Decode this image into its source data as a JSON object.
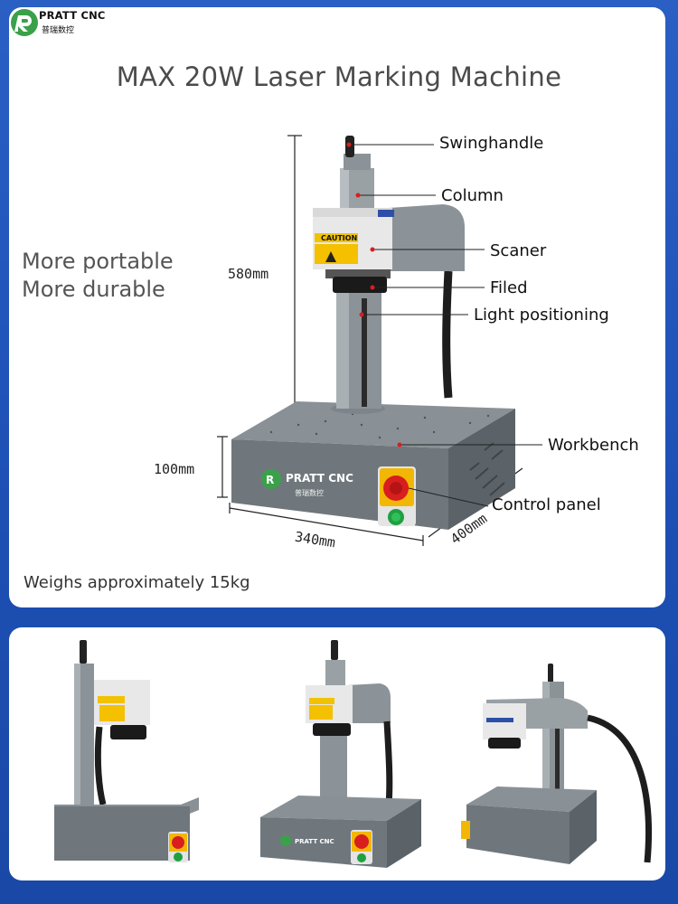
{
  "brand": {
    "name": "PRATT CNC",
    "subtitle": "普瑞数控"
  },
  "title": "MAX 20W Laser Marking Machine",
  "taglines": [
    "More portable",
    "More durable"
  ],
  "callouts": {
    "swinghandle": "Swinghandle",
    "column": "Column",
    "scaner": "Scaner",
    "filed": "Filed",
    "light_positioning": "Light positioning",
    "workbench": "Workbench",
    "control_panel": "Control panel"
  },
  "dimensions": {
    "height": "580mm",
    "base_height": "100mm",
    "width": "340mm",
    "depth": "400mm"
  },
  "weight_note": "Weighs approximately 15kg",
  "machine_labels": {
    "caution": "CAUTION"
  },
  "colors": {
    "background": "#1d4fb3",
    "card": "#ffffff",
    "accent_green": "#3aa14a",
    "estop_red": "#d81e1e",
    "estop_yellow": "#f2b705",
    "machine_grey": "#6f777c"
  }
}
